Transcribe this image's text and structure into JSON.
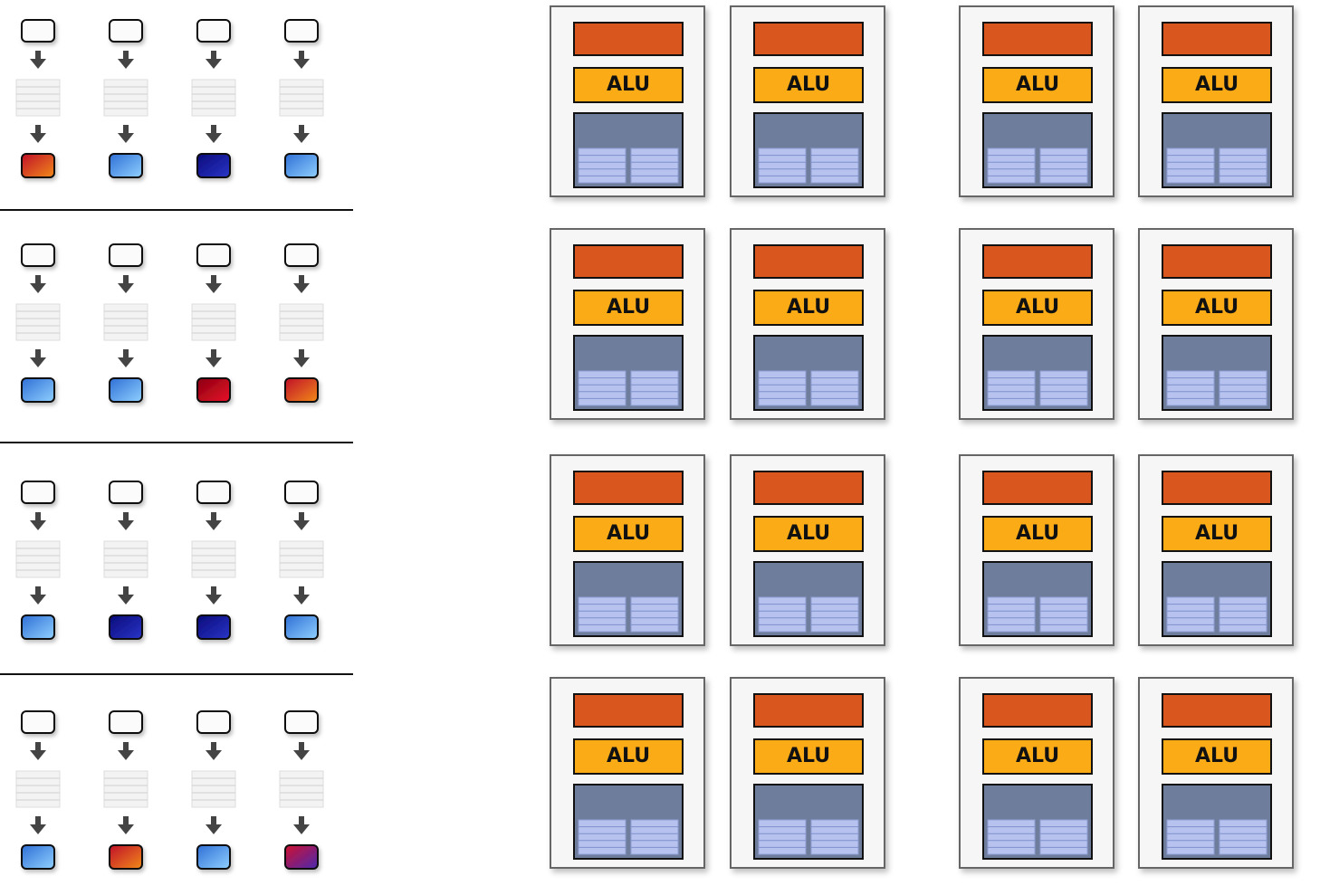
{
  "diagram": {
    "alu_label": "ALU",
    "colors": {
      "fetch": "#d9561f",
      "alu": "#fbab16",
      "context": "#6f7d9c",
      "register": "#b7c3ee",
      "separator": "#111111",
      "arrow": "#444444"
    },
    "left_groups": [
      {
        "outputs": [
          "red-orange",
          "light-blue",
          "dark-blue",
          "light-blue"
        ]
      },
      {
        "outputs": [
          "light-blue",
          "light-blue",
          "red",
          "red-orange"
        ]
      },
      {
        "outputs": [
          "light-blue",
          "dark-blue",
          "dark-blue",
          "light-blue"
        ]
      },
      {
        "outputs": [
          "light-blue",
          "red-orange",
          "light-blue",
          "red-purple"
        ]
      }
    ],
    "core_grid": {
      "rows": 4,
      "cols": 4
    }
  }
}
